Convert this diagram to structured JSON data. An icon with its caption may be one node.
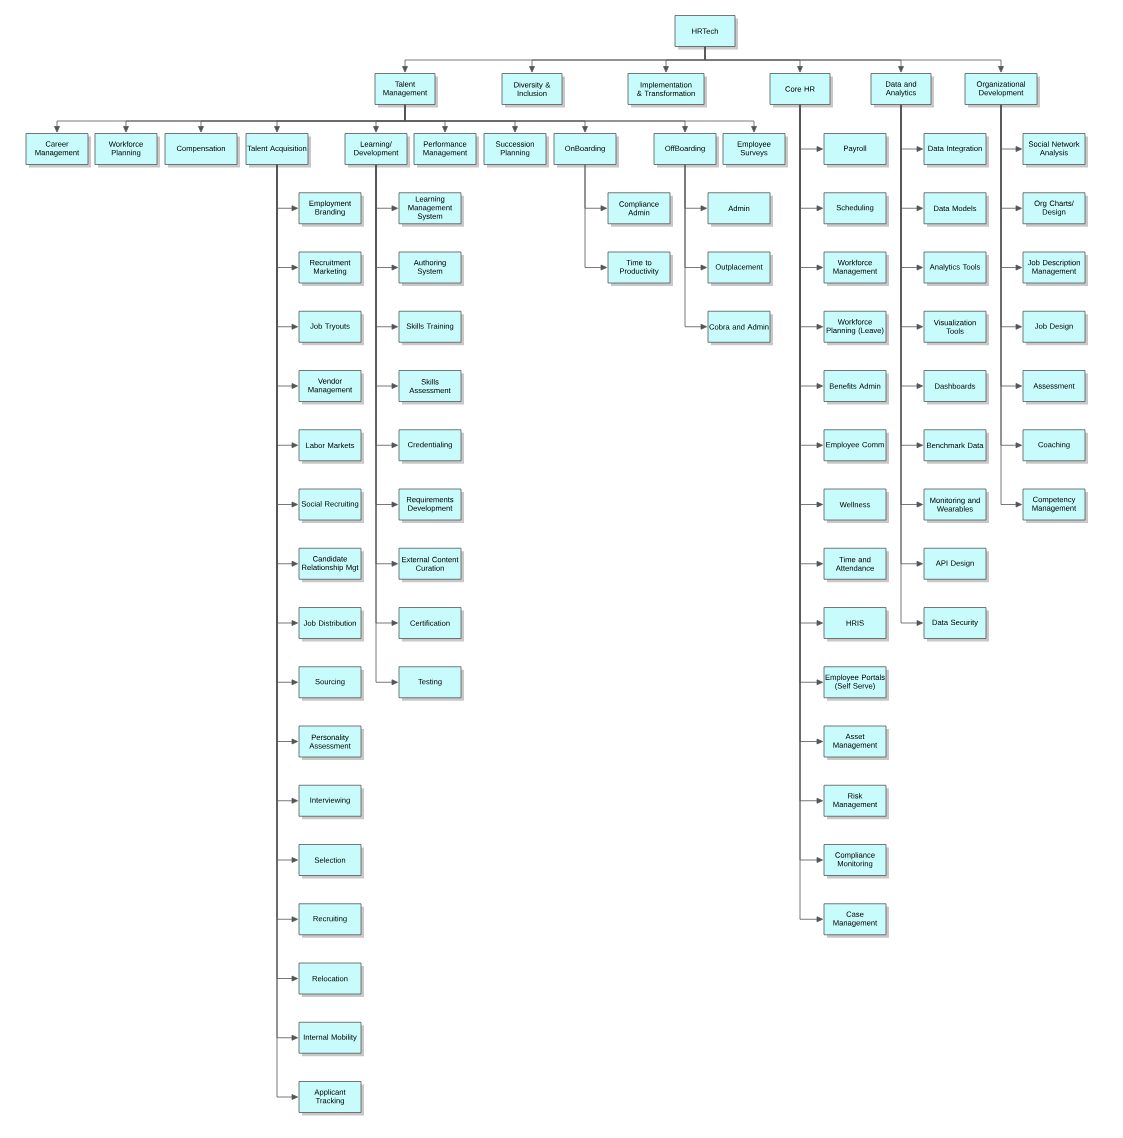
{
  "diagram": {
    "nodes": [
      {
        "text": [
          "HRTech"
        ]
      },
      {
        "text": [
          "Talent Management"
        ]
      },
      {
        "text": [
          "Diversity & Inclusion"
        ]
      },
      {
        "text": [
          "Implementation & Transformation"
        ]
      },
      {
        "text": [
          "Core HR"
        ]
      },
      {
        "text": [
          "Data and Analytics"
        ]
      },
      {
        "text": [
          "Organizational Development"
        ]
      },
      {
        "text": [
          "Career Management"
        ]
      },
      {
        "text": [
          "Workforce Planning"
        ]
      },
      {
        "text": [
          "Compensation"
        ]
      },
      {
        "text": [
          "Talent Acquisition"
        ]
      },
      {
        "text": [
          "Learning/ Development"
        ]
      },
      {
        "text": [
          "Performance Management"
        ]
      },
      {
        "text": [
          "Succession Planning"
        ]
      },
      {
        "text": [
          "OnBoarding"
        ]
      },
      {
        "text": [
          "OffBoarding"
        ]
      },
      {
        "text": [
          "Employee Surveys"
        ]
      },
      {
        "text": [
          "Employment Branding"
        ]
      },
      {
        "text": [
          "Recruitment Marketing"
        ]
      },
      {
        "text": [
          "Job Tryouts"
        ]
      },
      {
        "text": [
          "Vendor Management"
        ]
      },
      {
        "text": [
          "Labor Markets"
        ]
      },
      {
        "text": [
          "Social Recruiting"
        ]
      },
      {
        "text": [
          "Candidate Relationship Mgt"
        ]
      },
      {
        "text": [
          "Job Distribution"
        ]
      },
      {
        "text": [
          "Sourcing"
        ]
      },
      {
        "text": [
          "Personality Assessment"
        ]
      },
      {
        "text": [
          "Interviewing"
        ]
      },
      {
        "text": [
          "Selection"
        ]
      },
      {
        "text": [
          "Recruiting"
        ]
      },
      {
        "text": [
          "Relocation"
        ]
      },
      {
        "text": [
          "Internal Mobility"
        ]
      },
      {
        "text": [
          "Applicant Tracking"
        ]
      },
      {
        "text": [
          "Learning Management System"
        ]
      },
      {
        "text": [
          "Authoring System"
        ]
      },
      {
        "text": [
          "Skills Training"
        ]
      },
      {
        "text": [
          "Skills Assessment"
        ]
      },
      {
        "text": [
          "Credentialing"
        ]
      },
      {
        "text": [
          "Requirements Development"
        ]
      },
      {
        "text": [
          "External Content Curation"
        ]
      },
      {
        "text": [
          "Certification"
        ]
      },
      {
        "text": [
          "Testing"
        ]
      },
      {
        "text": [
          "Compliance Admin"
        ]
      },
      {
        "text": [
          "Time to Productivity"
        ]
      },
      {
        "text": [
          "Admin"
        ]
      },
      {
        "text": [
          "Outplacement"
        ]
      },
      {
        "text": [
          "Cobra and Admin"
        ]
      },
      {
        "text": [
          "Payroll"
        ]
      },
      {
        "text": [
          "Scheduling"
        ]
      },
      {
        "text": [
          "Workforce Management"
        ]
      },
      {
        "text": [
          "Workforce Planning (Leave)"
        ]
      },
      {
        "text": [
          "Benefits Admin"
        ]
      },
      {
        "text": [
          "Employee Comm"
        ]
      },
      {
        "text": [
          "Wellness"
        ]
      },
      {
        "text": [
          "Time and Attendance"
        ]
      },
      {
        "text": [
          "HRIS"
        ]
      },
      {
        "text": [
          "Employee Portals (Self Serve)"
        ]
      },
      {
        "text": [
          "Asset Management"
        ]
      },
      {
        "text": [
          "Risk Management"
        ]
      },
      {
        "text": [
          "Compliance Monitoring"
        ]
      },
      {
        "text": [
          "Case Management"
        ]
      },
      {
        "text": [
          "Data Integration"
        ]
      },
      {
        "text": [
          "Data Models"
        ]
      },
      {
        "text": [
          "Analytics Tools"
        ]
      },
      {
        "text": [
          "Visualization Tools"
        ]
      },
      {
        "text": [
          "Dashboards"
        ]
      },
      {
        "text": [
          "Benchmark Data"
        ]
      },
      {
        "text": [
          "Monitoring and Wearables"
        ]
      },
      {
        "text": [
          "API Design"
        ]
      },
      {
        "text": [
          "Data Security"
        ]
      },
      {
        "text": [
          "Social Network Analysis"
        ]
      },
      {
        "text": [
          "Org Charts/ Design"
        ]
      },
      {
        "text": [
          "Job Description Management"
        ]
      },
      {
        "text": [
          "Job Design"
        ]
      },
      {
        "text": [
          "Assessment"
        ]
      },
      {
        "text": [
          "Coaching"
        ]
      },
      {
        "text": [
          "Competency Management"
        ]
      }
    ],
    "edges": [
      {
        "from": 0,
        "to": 1,
        "arrow": "to"
      },
      {
        "from": 0,
        "to": 2,
        "arrow": "to"
      },
      {
        "from": 0,
        "to": 3,
        "arrow": "to"
      },
      {
        "from": 0,
        "to": 4,
        "arrow": "to"
      },
      {
        "from": 0,
        "to": 5,
        "arrow": "to"
      },
      {
        "from": 0,
        "to": 6,
        "arrow": "to"
      },
      {
        "from": 1,
        "to": 7,
        "arrow": "to"
      },
      {
        "from": 1,
        "to": 8,
        "arrow": "to"
      },
      {
        "from": 1,
        "to": 9,
        "arrow": "to"
      },
      {
        "from": 1,
        "to": 10,
        "arrow": "to"
      },
      {
        "from": 1,
        "to": 11,
        "arrow": "to"
      },
      {
        "from": 1,
        "to": 12,
        "arrow": "to"
      },
      {
        "from": 1,
        "to": 13,
        "arrow": "to"
      },
      {
        "from": 1,
        "to": 14,
        "arrow": "to"
      },
      {
        "from": 1,
        "to": 15,
        "arrow": "to"
      },
      {
        "from": 1,
        "to": 16,
        "arrow": "to"
      },
      {
        "from": 10,
        "to": 17,
        "arrow": "to"
      },
      {
        "from": 10,
        "to": 18,
        "arrow": "to"
      },
      {
        "from": 10,
        "to": 19,
        "arrow": "to"
      },
      {
        "from": 10,
        "to": 20,
        "arrow": "to"
      },
      {
        "from": 10,
        "to": 21,
        "arrow": "to"
      },
      {
        "from": 10,
        "to": 22,
        "arrow": "to"
      },
      {
        "from": 10,
        "to": 23,
        "arrow": "to"
      },
      {
        "from": 10,
        "to": 24,
        "arrow": "to"
      },
      {
        "from": 10,
        "to": 25,
        "arrow": "to"
      },
      {
        "from": 10,
        "to": 26,
        "arrow": "to"
      },
      {
        "from": 10,
        "to": 27,
        "arrow": "to"
      },
      {
        "from": 10,
        "to": 28,
        "arrow": "to"
      },
      {
        "from": 10,
        "to": 29,
        "arrow": "to"
      },
      {
        "from": 10,
        "to": 30,
        "arrow": "to"
      },
      {
        "from": 10,
        "to": 31,
        "arrow": "to"
      },
      {
        "from": 10,
        "to": 32,
        "arrow": "to"
      },
      {
        "from": 11,
        "to": 33,
        "arrow": "to"
      },
      {
        "from": 11,
        "to": 34,
        "arrow": "to"
      },
      {
        "from": 11,
        "to": 35,
        "arrow": "to"
      },
      {
        "from": 11,
        "to": 36,
        "arrow": "to"
      },
      {
        "from": 11,
        "to": 37,
        "arrow": "to"
      },
      {
        "from": 11,
        "to": 38,
        "arrow": "to"
      },
      {
        "from": 11,
        "to": 39,
        "arrow": "to"
      },
      {
        "from": 11,
        "to": 40,
        "arrow": "to"
      },
      {
        "from": 11,
        "to": 41,
        "arrow": "to"
      },
      {
        "from": 14,
        "to": 42,
        "arrow": "to"
      },
      {
        "from": 14,
        "to": 43,
        "arrow": "to"
      },
      {
        "from": 15,
        "to": 44,
        "arrow": "to"
      },
      {
        "from": 15,
        "to": 45,
        "arrow": "to"
      },
      {
        "from": 15,
        "to": 46,
        "arrow": "to"
      },
      {
        "from": 4,
        "to": 47,
        "arrow": "to"
      },
      {
        "from": 4,
        "to": 48,
        "arrow": "to"
      },
      {
        "from": 4,
        "to": 49,
        "arrow": "to"
      },
      {
        "from": 4,
        "to": 50,
        "arrow": "to"
      },
      {
        "from": 4,
        "to": 51,
        "arrow": "to"
      },
      {
        "from": 4,
        "to": 52,
        "arrow": "to"
      },
      {
        "from": 4,
        "to": 53,
        "arrow": "to"
      },
      {
        "from": 4,
        "to": 54,
        "arrow": "to"
      },
      {
        "from": 4,
        "to": 55,
        "arrow": "to"
      },
      {
        "from": 4,
        "to": 56,
        "arrow": "to"
      },
      {
        "from": 4,
        "to": 57,
        "arrow": "to"
      },
      {
        "from": 4,
        "to": 58,
        "arrow": "to"
      },
      {
        "from": 4,
        "to": 59,
        "arrow": "to"
      },
      {
        "from": 4,
        "to": 60,
        "arrow": "to"
      },
      {
        "from": 5,
        "to": 61,
        "arrow": "to"
      },
      {
        "from": 5,
        "to": 62,
        "arrow": "to"
      },
      {
        "from": 5,
        "to": 63,
        "arrow": "to"
      },
      {
        "from": 5,
        "to": 64,
        "arrow": "to"
      },
      {
        "from": 5,
        "to": 65,
        "arrow": "to"
      },
      {
        "from": 5,
        "to": 66,
        "arrow": "to"
      },
      {
        "from": 5,
        "to": 67,
        "arrow": "to"
      },
      {
        "from": 5,
        "to": 68,
        "arrow": "to"
      },
      {
        "from": 5,
        "to": 69,
        "arrow": "to"
      },
      {
        "from": 6,
        "to": 70,
        "arrow": "to"
      },
      {
        "from": 6,
        "to": 71,
        "arrow": "to"
      },
      {
        "from": 6,
        "to": 72,
        "arrow": "to"
      },
      {
        "from": 6,
        "to": 73,
        "arrow": "to"
      },
      {
        "from": 6,
        "to": 74,
        "arrow": "to"
      },
      {
        "from": 6,
        "to": 75,
        "arrow": "to"
      },
      {
        "from": 6,
        "to": 76,
        "arrow": "to"
      }
    ]
  }
}
